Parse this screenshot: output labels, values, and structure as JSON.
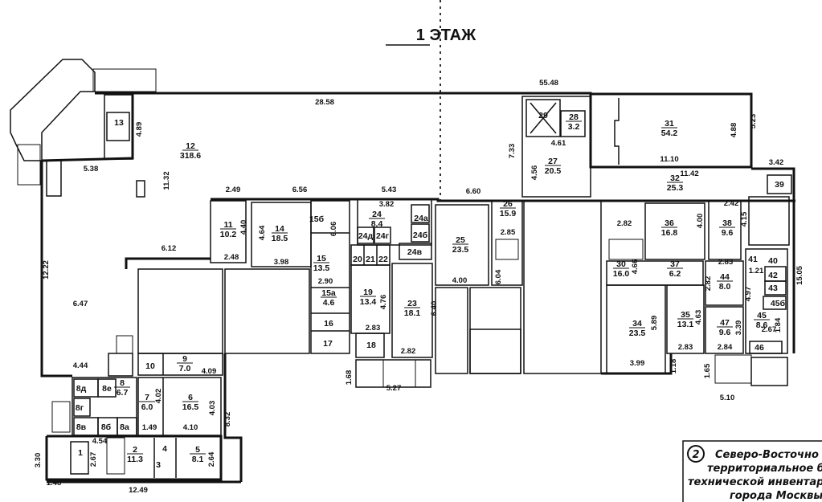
{
  "title": "1 ЭТАЖ",
  "rooms": [
    {
      "number": "13"
    },
    {
      "number": "12",
      "area": "318.6"
    },
    {
      "number": "11",
      "area": "10.2"
    },
    {
      "number": "14",
      "area": "18.5"
    },
    {
      "number": "15б"
    },
    {
      "number": "15",
      "area": "13.5"
    },
    {
      "number": "15а",
      "area": "4.6"
    },
    {
      "number": "16"
    },
    {
      "number": "17"
    },
    {
      "number": "19",
      "area": "13.4"
    },
    {
      "number": "18"
    },
    {
      "number": "20"
    },
    {
      "number": "21"
    },
    {
      "number": "22"
    },
    {
      "number": "23",
      "area": "18.1"
    },
    {
      "number": "24",
      "area": "8.4"
    },
    {
      "number": "24а"
    },
    {
      "number": "24б"
    },
    {
      "number": "24в"
    },
    {
      "number": "24д"
    },
    {
      "number": "24г"
    },
    {
      "number": "25",
      "area": "23.5"
    },
    {
      "number": "26",
      "area": "15.9"
    },
    {
      "number": "27",
      "area": "20.5"
    },
    {
      "number": "28",
      "area": "3.2"
    },
    {
      "number": "29"
    },
    {
      "number": "31",
      "area": "54.2"
    },
    {
      "number": "32",
      "area": "25.3"
    },
    {
      "number": "36",
      "area": "16.8"
    },
    {
      "number": "38",
      "area": "9.6"
    },
    {
      "number": "39"
    },
    {
      "number": "30",
      "area": "16.0"
    },
    {
      "number": "37",
      "area": "6.2"
    },
    {
      "number": "44",
      "area": "8.0"
    },
    {
      "number": "35",
      "area": "13.1"
    },
    {
      "number": "34",
      "area": "23.5"
    },
    {
      "number": "47",
      "area": "9.6"
    },
    {
      "number": "41"
    },
    {
      "number": "40"
    },
    {
      "number": "42"
    },
    {
      "number": "43"
    },
    {
      "number": "45",
      "area": "8.6"
    },
    {
      "number": "45б"
    },
    {
      "number": "46"
    },
    {
      "number": "10"
    },
    {
      "number": "9",
      "area": "7.0"
    },
    {
      "number": "8",
      "area": "6.7"
    },
    {
      "number": "8д"
    },
    {
      "number": "8е"
    },
    {
      "number": "8г"
    },
    {
      "number": "8в"
    },
    {
      "number": "8б"
    },
    {
      "number": "8а"
    },
    {
      "number": "7",
      "area": "6.0"
    },
    {
      "number": "6",
      "area": "16.5"
    },
    {
      "number": "1"
    },
    {
      "number": "2",
      "area": "11.3"
    },
    {
      "number": "3"
    },
    {
      "number": "4"
    },
    {
      "number": "5",
      "area": "8.1"
    }
  ],
  "dimensions": [
    "28.58",
    "55.48",
    "4.89",
    "5.38",
    "11.32",
    "2.49",
    "6.56",
    "4.40",
    "2.48",
    "4.64",
    "3.98",
    "6.12",
    "12.22",
    "6.47",
    "4.44",
    "5.43",
    "6.60",
    "3.82",
    "6.06",
    "2.90",
    "4.76",
    "2.83",
    "6.40",
    "2.82",
    "4.00",
    "6.04",
    "2.85",
    "7.33",
    "4.56",
    "4.61",
    "5.23",
    "4.88",
    "11.10",
    "3.42",
    "11.42",
    "2.82",
    "4.00",
    "2.42",
    "4.15",
    "4.66",
    "2.83",
    "2.82",
    "4.63",
    "5.89",
    "3.99",
    "2.83",
    "2.84",
    "3.39",
    "4.97",
    "1.21",
    "1.84",
    "2.67",
    "15.05",
    "1.18",
    "1.65",
    "5.10",
    "1.68",
    "5.27",
    "4.09",
    "4.02",
    "4.03",
    "8.32",
    "1.49",
    "4.10",
    "4.54",
    "2.67",
    "3.30",
    "2.64",
    "1.48",
    "12.49"
  ],
  "stamp": {
    "number": "2",
    "lines": [
      "Северо-Восточно",
      "территориальное б",
      "технической инвентар",
      "города Москвы"
    ]
  }
}
